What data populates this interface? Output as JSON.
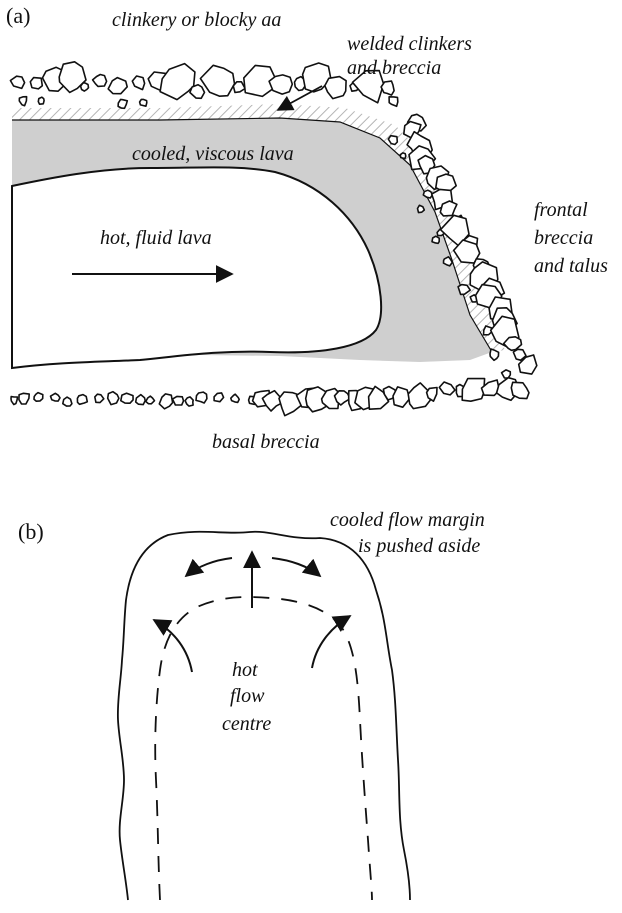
{
  "panel_a": {
    "tag": "(a)",
    "labels": {
      "clinkery": "clinkery or blocky aa",
      "welded_line1": "welded clinkers",
      "welded_line2": "and breccia",
      "cooled": "cooled, viscous lava",
      "hot": "hot, fluid lava",
      "frontal_line1": "frontal",
      "frontal_line2": "breccia",
      "frontal_line3": "and talus",
      "basal": "basal breccia"
    }
  },
  "panel_b": {
    "tag": "(b)",
    "labels": {
      "margin_line1": "cooled flow margin",
      "margin_line2": "is pushed aside",
      "centre_line1": "hot",
      "centre_line2": "flow",
      "centre_line3": "centre"
    }
  },
  "colors": {
    "lava_fill": "#cfcfcf",
    "stroke": "#111111",
    "hatch": "#bdbdbd"
  }
}
